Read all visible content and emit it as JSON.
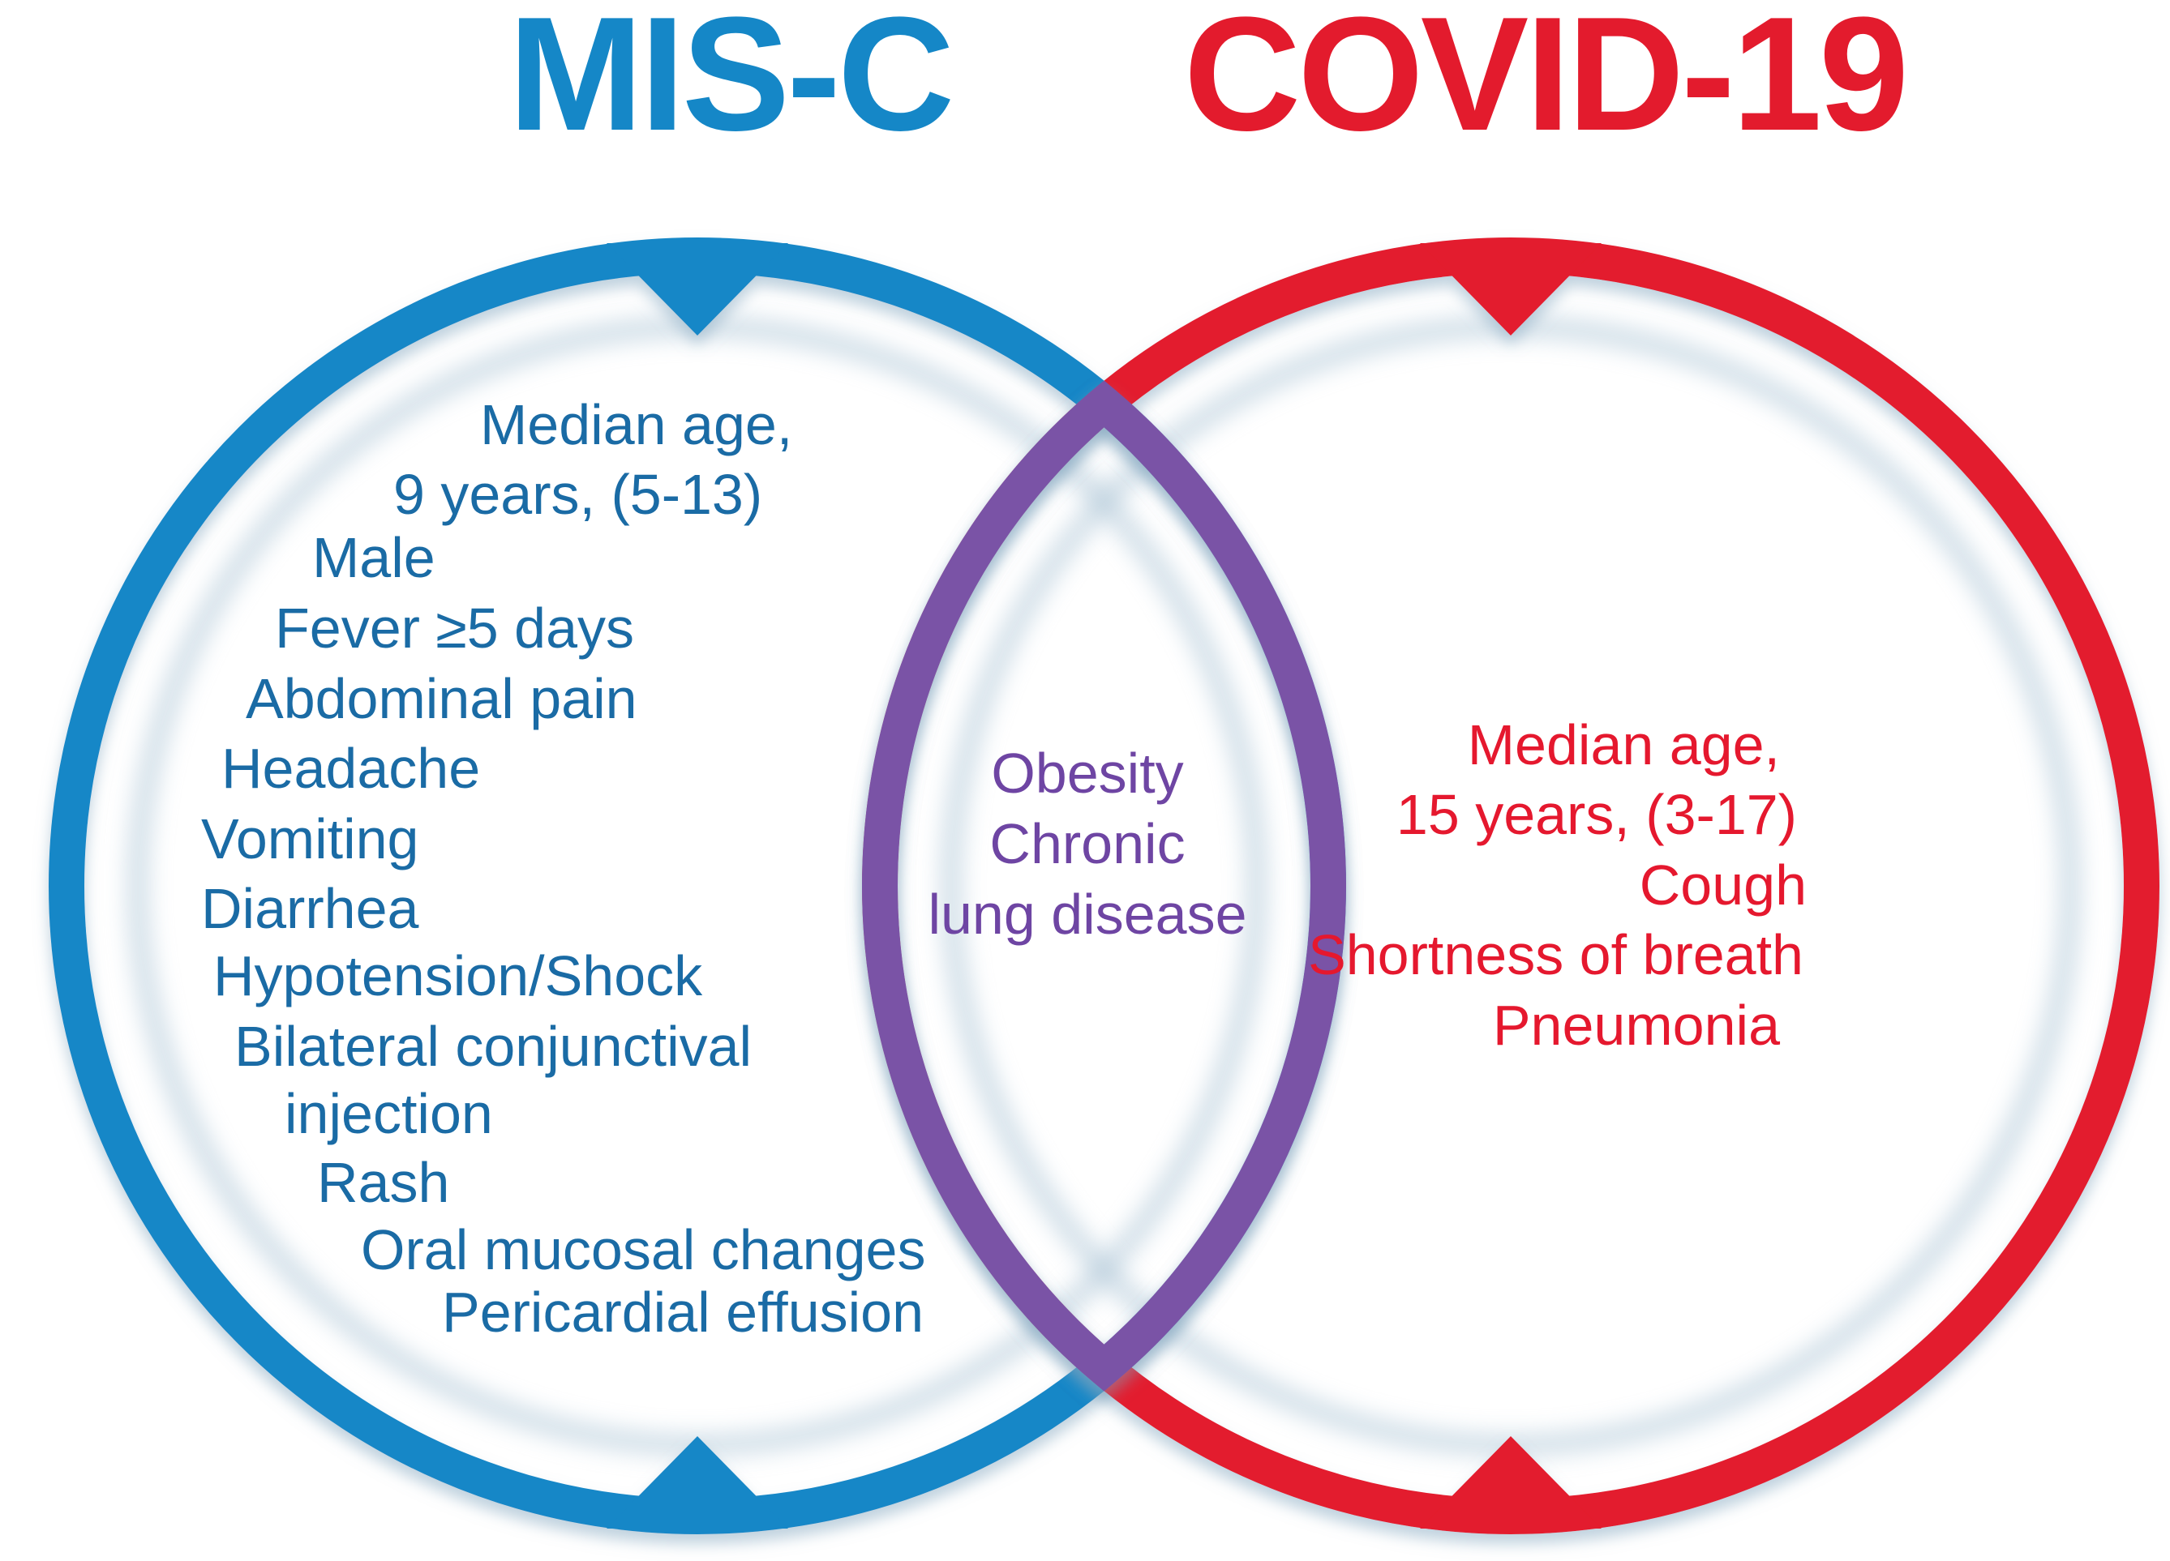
{
  "titles": {
    "left": "MIS-C",
    "right": "COVID-19"
  },
  "colors": {
    "blue": "#1587c7",
    "blue_text": "#1a6ba5",
    "red": "#e31b2d",
    "red_text": "#e5182e",
    "purple": "#7a52a6",
    "purple_text": "#6e45a3"
  },
  "left_circle": {
    "label": "MIS-C",
    "items": [
      "Median age,",
      "9 years, (5-13)",
      "Male",
      "Fever ≥5 days",
      "Abdominal pain",
      "Headache",
      "Vomiting",
      "Diarrhea",
      "Hypotension/Shock",
      "Bilateral conjunctival",
      "injection",
      "Rash",
      "Oral mucosal changes",
      "Pericardial effusion"
    ]
  },
  "intersection": {
    "items": [
      "Obesity",
      "Chronic",
      "lung disease"
    ]
  },
  "right_circle": {
    "label": "COVID-19",
    "items": [
      "Median age,",
      "15 years, (3-17)",
      "Cough",
      "Shortness of breath",
      "Pneumonia"
    ]
  }
}
